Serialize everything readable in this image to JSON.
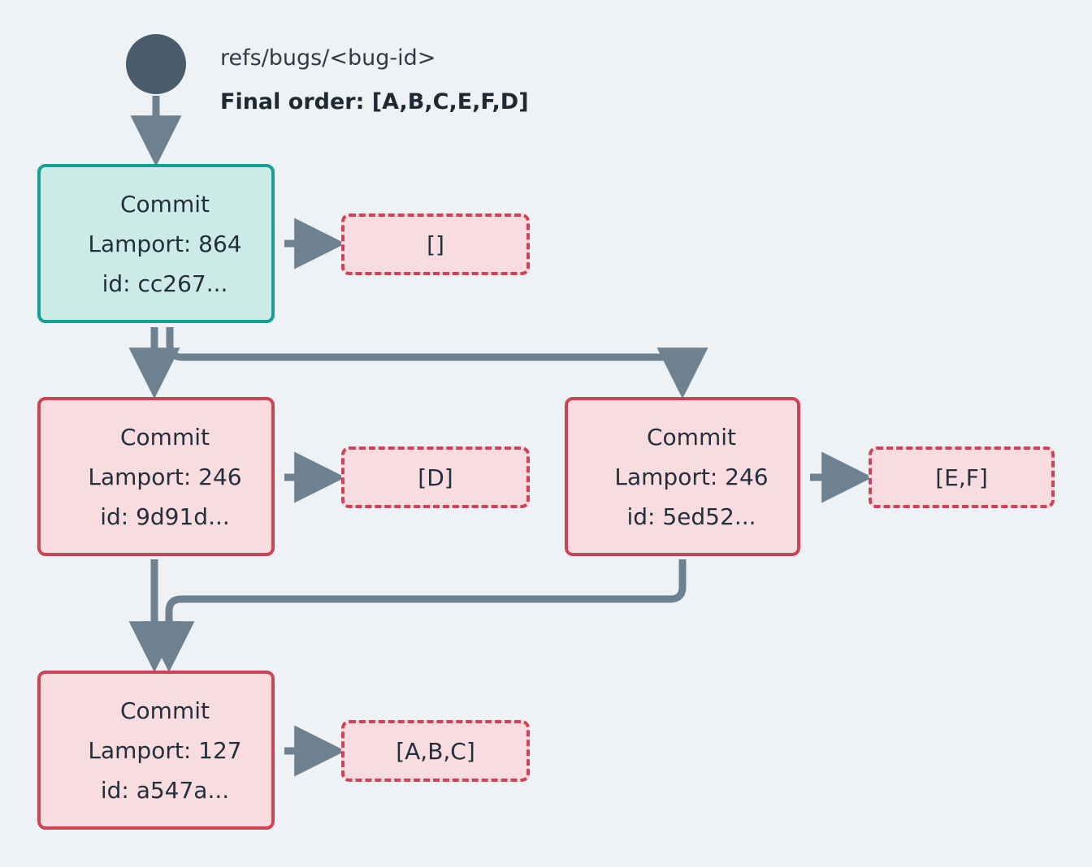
{
  "diagram": {
    "background_color": "#eff2f5",
    "root_node": {
      "name": "root-node",
      "color": "#4a5c6b"
    },
    "header": {
      "ref_label": "refs/bugs/<bug-id>",
      "final_order_label": "Final order: [A,B,C,E,F,D]"
    },
    "colors": {
      "head_fill": "#cdebe6",
      "head_border": "#14a098",
      "commit_fill": "#f8dce0",
      "commit_border": "#ce4257",
      "ops_fill": "#f9dce0",
      "ops_border": "#d0425a",
      "edge": "#6e8191",
      "text": "#232f3b"
    },
    "commits": [
      {
        "id": "commit-cc267",
        "title": "Commit",
        "lamport": "Lamport: 864",
        "hash": "id: cc267...",
        "style": "head",
        "ops_label": "[]"
      },
      {
        "id": "commit-9d91d",
        "title": "Commit",
        "lamport": "Lamport: 246",
        "hash": "id: 9d91d...",
        "style": "normal",
        "ops_label": "[D]"
      },
      {
        "id": "commit-5ed52",
        "title": "Commit",
        "lamport": "Lamport: 246",
        "hash": "id: 5ed52...",
        "style": "normal",
        "ops_label": "[E,F]"
      },
      {
        "id": "commit-a547a",
        "title": "Commit",
        "lamport": "Lamport: 127",
        "hash": "id: a547a...",
        "style": "normal",
        "ops_label": "[A,B,C]"
      }
    ]
  }
}
